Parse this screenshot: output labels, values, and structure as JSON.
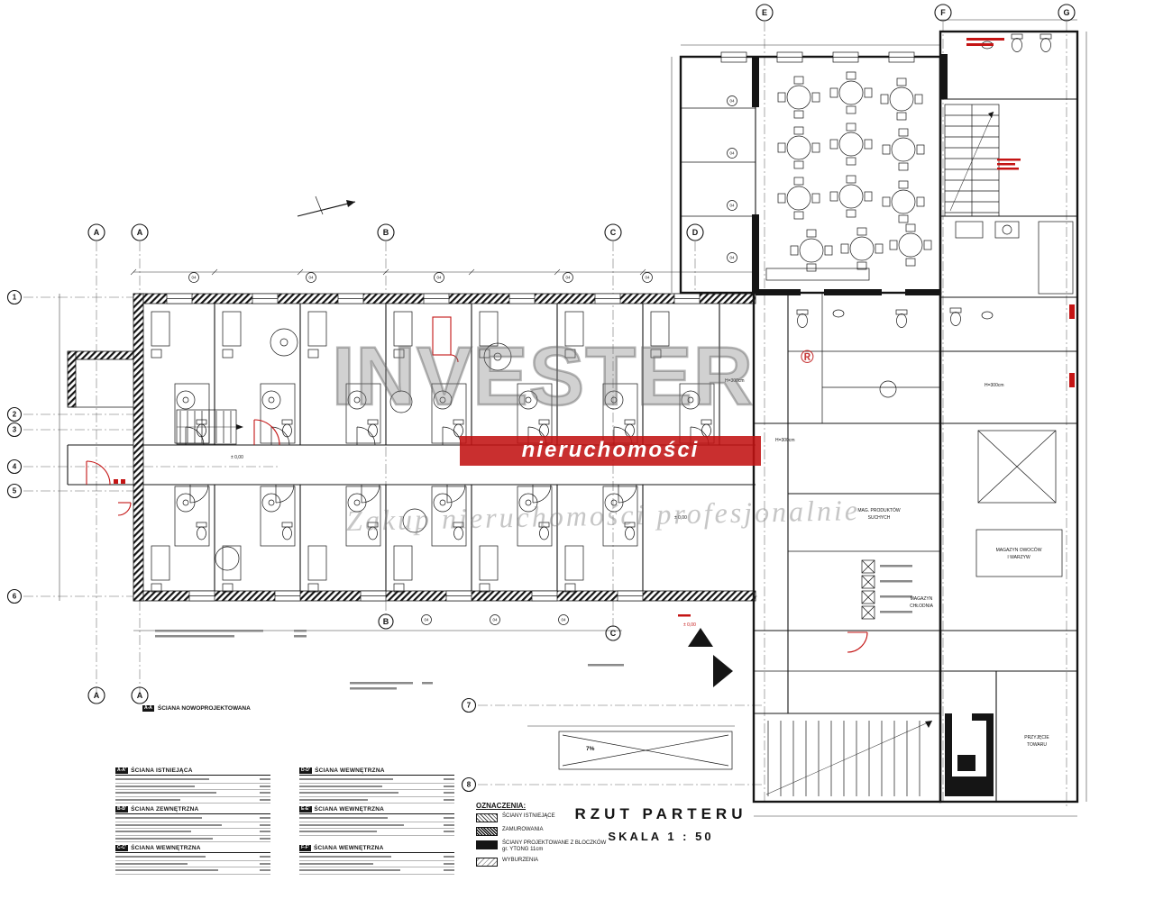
{
  "page": {
    "type": "architectural floor plan drawing"
  },
  "title": {
    "main": "RZUT  PARTERU",
    "scale": "SKALA  1 : 50"
  },
  "watermark": {
    "brand": "INVESTER",
    "reg": "®",
    "band": "nieruchomości",
    "script": "Zakup  nieruchomości  profesjonalnie"
  },
  "grid": {
    "top": [
      "E",
      "F",
      "G"
    ],
    "mid": [
      "A",
      "A",
      "B",
      "C",
      "D"
    ],
    "left": [
      "1",
      "2",
      "3",
      "4",
      "5",
      "6"
    ],
    "low": [
      "7",
      "8"
    ],
    "bottom": [
      "A",
      "A"
    ],
    "wing_bottom": [
      "B",
      "C"
    ],
    "small": "04"
  },
  "levels": {
    "zero": "± 0,00"
  },
  "labels": {
    "h300": "H=300cm",
    "ramp": "7%",
    "mag_dry_1": "MAG. PRODUKTÓW",
    "mag_dry_2": "SUCHYCH",
    "mag_fruit_1": "MAGAZYN OWOCÓW",
    "mag_fruit_2": "I WARZYW",
    "cold_1": "MAGAZYN",
    "cold_2": "CHŁODNIA",
    "goods_1": "PRZYJĘCIE",
    "goods_2": "TOWARU"
  },
  "section": {
    "code": "A-A",
    "label": "ŚCIANA NOWOPROJEKTOWANA"
  },
  "legend": {
    "title": "OZNACZENIA:",
    "items": [
      {
        "label": "ŚCIANY ISTNIEJĄCE"
      },
      {
        "label": "ZAMUROWANIA"
      },
      {
        "label": "ŚCIANY PROJEKTOWANE Z BLOCZKÓW",
        "label2": "gr. YTONG 11cm"
      },
      {
        "label": "WYBURZENIA"
      }
    ]
  },
  "wall_tables": {
    "left": [
      {
        "code": "A-A'",
        "title": "ŚCIANA ISTNIEJĄCA"
      },
      {
        "code": "B-B'",
        "title": "ŚCIANA ZEWNĘTRZNA"
      },
      {
        "code": "C-C'",
        "title": "ŚCIANA WEWNĘTRZNA"
      }
    ],
    "right": [
      {
        "code": "D-D'",
        "title": "ŚCIANA WEWNĘTRZNA"
      },
      {
        "code": "E-E'",
        "title": "ŚCIANA WEWNĘTRZNA"
      },
      {
        "code": "F-F'",
        "title": "ŚCIANA WEWNĘTRZNA"
      }
    ]
  },
  "colors": {
    "red": "#c41414",
    "ink": "#151515"
  }
}
